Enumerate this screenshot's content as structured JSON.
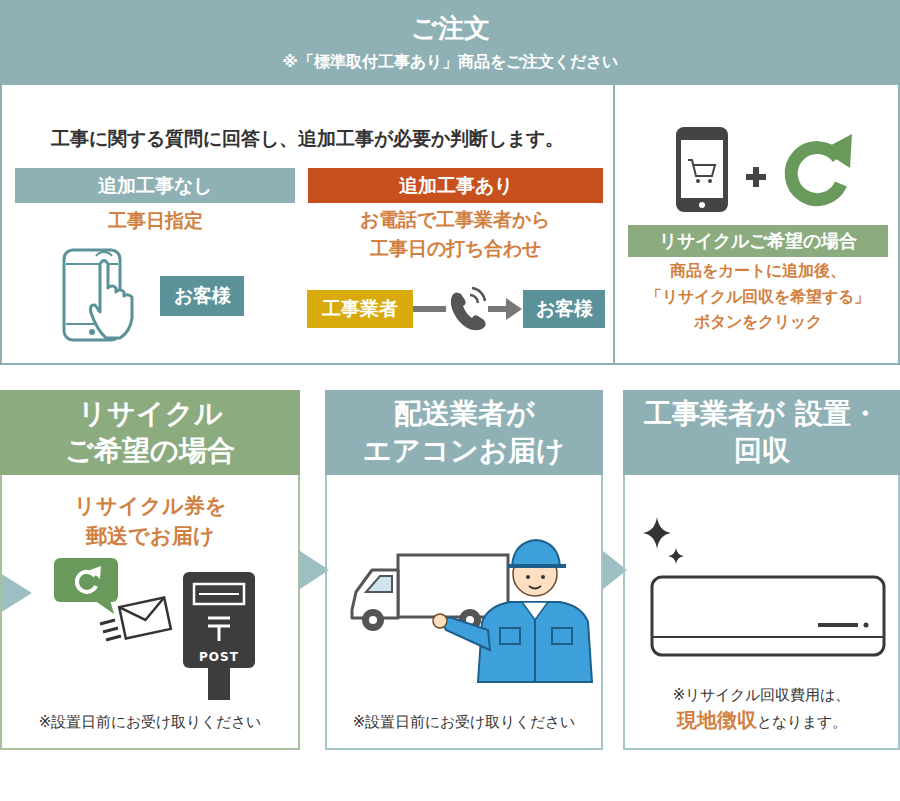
{
  "diagram": {
    "nodes": [
      {
        "text": [
          "ご注文",
          "※「標準取付工事あり」商品をご注文ください"
        ]
      },
      {
        "text": [
          "工事に関する質問に回答し、追加工事が必要か判断します。"
        ],
        "in": 0
      },
      {
        "text": [
          "追加工事なし"
        ],
        "in": 1
      },
      {
        "text": [
          "お客様"
        ],
        "in": 1
      },
      {
        "text": [
          "追加工事あり"
        ],
        "in": 1
      },
      {
        "text": [
          "工事業者"
        ],
        "in": 1
      },
      {
        "text": [
          "お客様"
        ],
        "in": 1
      },
      {
        "text": [
          "商品をカートに追加後、 「リサイクル回収を希望する」 ボタンをクリック"
        ],
        "in": 0
      },
      {
        "text": [
          "リサイクルご希望の場合"
        ],
        "in": 7
      },
      {
        "text": [
          "リサイクル ご希望の場合",
          "リサイクル券を 郵送でお届け",
          "※設置日前にお受け取りください"
        ]
      },
      {
        "text": [
          "配送業者が エアコンお届け",
          "※設置日前にお受け取りください"
        ]
      },
      {
        "text": [
          "工事業者が 設置・回収",
          "※リサイクル回収費用は、",
          "現地徴収",
          "となります。"
        ]
      }
    ],
    "edges": [
      {
        "from": 5,
        "to": 6,
        "arrow": "to"
      },
      {
        "from": 9,
        "to": 10,
        "arrow": "to"
      },
      {
        "from": 10,
        "to": 11,
        "arrow": "to"
      }
    ],
    "labels": [
      "工事日指定",
      "お電話で工事業者から 工事日の打ち合わせ",
      "POST"
    ]
  }
}
